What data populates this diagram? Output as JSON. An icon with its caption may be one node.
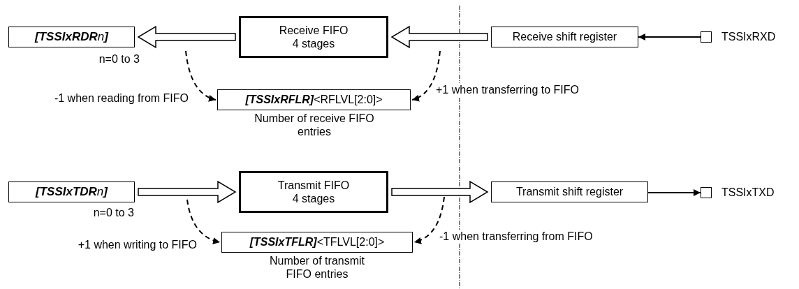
{
  "diagram": {
    "nodes": [
      {
        "text": [
          "**[TSSIxRDR**n**]**"
        ],
        "beside": [
          "n=0 to 3"
        ]
      },
      {
        "text": [
          "Receive FIFO 4 stages"
        ]
      },
      {
        "text": [
          "Receive shift register"
        ]
      },
      {
        "text": [],
        "shape": "box",
        "beside": [
          "TSSIxRXD"
        ]
      },
      {
        "text": [
          "**[TSSIxRFLR]**<RFLVL[2:0]>"
        ],
        "beside": [
          "Number of receive FIFO entries"
        ]
      },
      {
        "text": [
          "**[TSSIxTDR**n**]**"
        ],
        "beside": [
          "n=0 to 3"
        ]
      },
      {
        "text": [
          "Transmit FIFO 4 stages"
        ]
      },
      {
        "text": [
          "Transmit shift register"
        ]
      },
      {
        "text": [],
        "shape": "box",
        "beside": [
          "TSSIxTXD"
        ]
      },
      {
        "text": [
          "**[TSSIxTFLR]**<TFLVL[2:0]>"
        ],
        "beside": [
          "Number of transmit FIFO entries"
        ]
      }
    ],
    "edges": [
      {
        "from": 1,
        "to": 0,
        "arrow": "to",
        "style": "thick"
      },
      {
        "from": 2,
        "to": 1,
        "arrow": "to",
        "style": "thick"
      },
      {
        "from": 3,
        "to": 2,
        "arrow": "to"
      },
      {
        "from": null,
        "to": 4,
        "arrow": "to",
        "style": "dashed",
        "label": "-1 when reading from FIFO"
      },
      {
        "from": null,
        "to": 4,
        "arrow": "to",
        "style": "dashed",
        "label": "+1 when transferring to FIFO"
      },
      {
        "from": 5,
        "to": 6,
        "arrow": "to",
        "style": "thick"
      },
      {
        "from": 6,
        "to": 7,
        "arrow": "to",
        "style": "thick"
      },
      {
        "from": 7,
        "to": 8,
        "arrow": "to"
      },
      {
        "from": null,
        "to": 9,
        "arrow": "to",
        "style": "dashed",
        "label": "+1 when writing to FIFO"
      },
      {
        "from": null,
        "to": 9,
        "arrow": "to",
        "style": "dashed",
        "label": "-1 when transferring from FIFO"
      }
    ]
  }
}
